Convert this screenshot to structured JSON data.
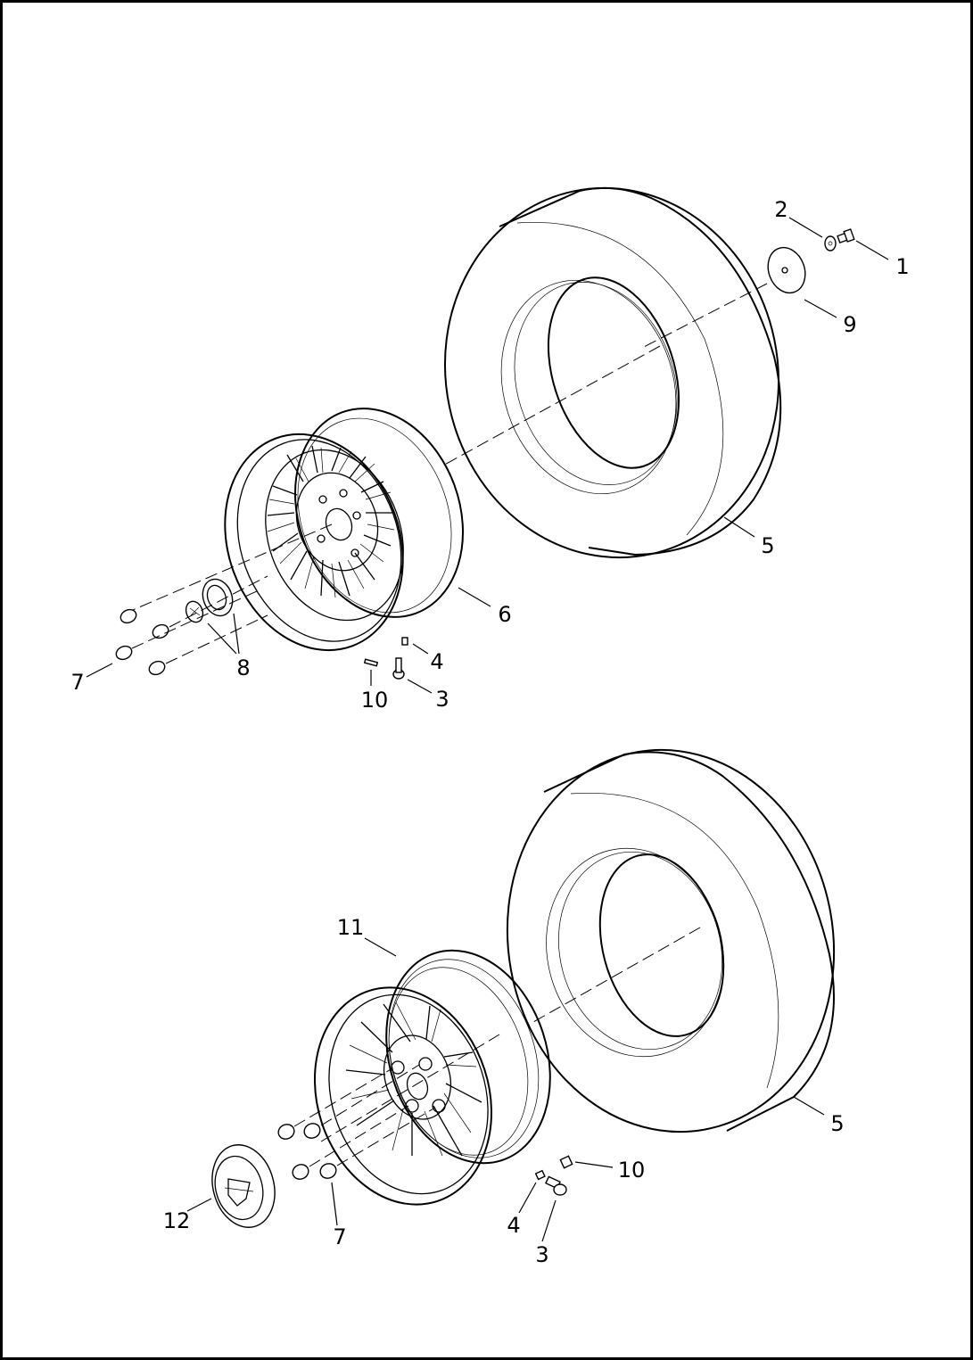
{
  "callouts": {
    "upper": {
      "c1": "1",
      "c2": "2",
      "c9": "9",
      "c5": "5",
      "c6": "6",
      "c4": "4",
      "c3": "3",
      "c10": "10",
      "c8": "8",
      "c7": "7"
    },
    "lower": {
      "c11": "11",
      "c5": "5",
      "c10": "10",
      "c4": "4",
      "c3": "3",
      "c7": "7",
      "c12": "12"
    }
  },
  "colors": {
    "line": "#000000",
    "background": "#ffffff"
  }
}
